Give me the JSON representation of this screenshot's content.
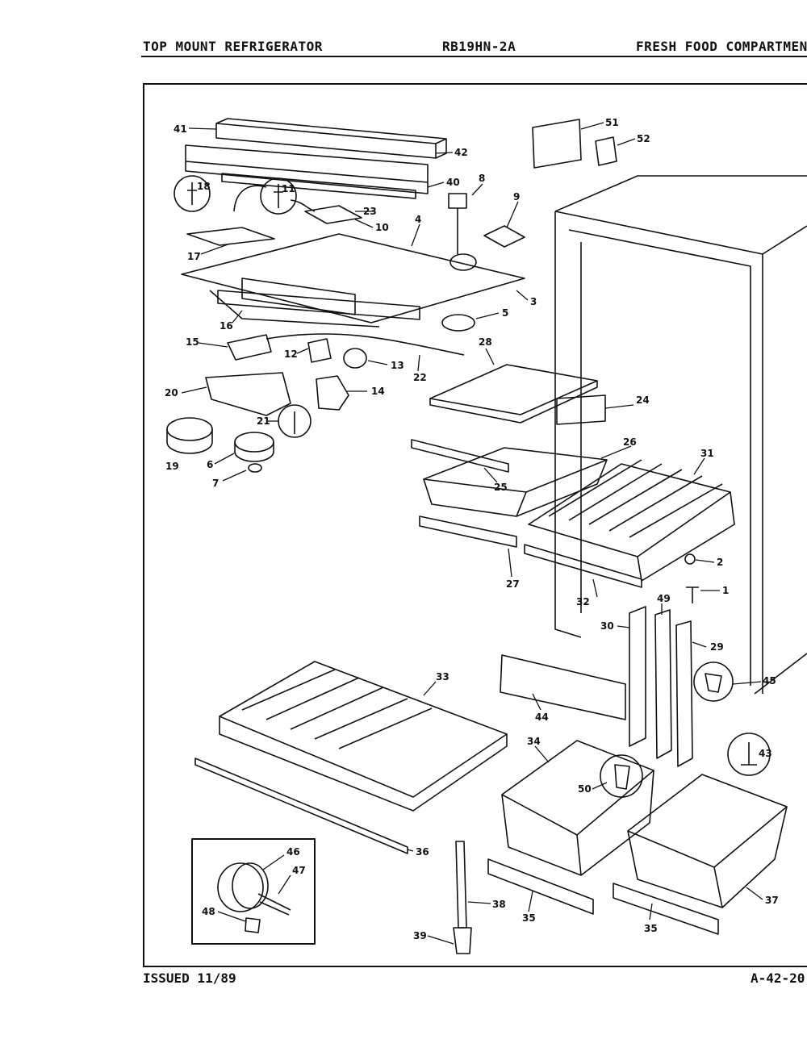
{
  "header": {
    "left": "TOP MOUNT REFRIGERATOR",
    "center": "RB19HN-2A",
    "right": "FRESH FOOD COMPARTMENT"
  },
  "footer": {
    "left": "ISSUED 11/89",
    "right": "A-42-20"
  },
  "callouts": [
    "41",
    "42",
    "40",
    "8",
    "51",
    "52",
    "18",
    "11",
    "23",
    "10",
    "9",
    "4",
    "17",
    "3",
    "16",
    "5",
    "15",
    "12",
    "13",
    "22",
    "28",
    "24",
    "20",
    "14",
    "21",
    "26",
    "31",
    "19",
    "6",
    "7",
    "25",
    "27",
    "2",
    "32",
    "1",
    "49",
    "30",
    "29",
    "45",
    "44",
    "33",
    "34",
    "43",
    "50",
    "36",
    "46",
    "47",
    "48",
    "38",
    "35",
    "37",
    "39"
  ]
}
